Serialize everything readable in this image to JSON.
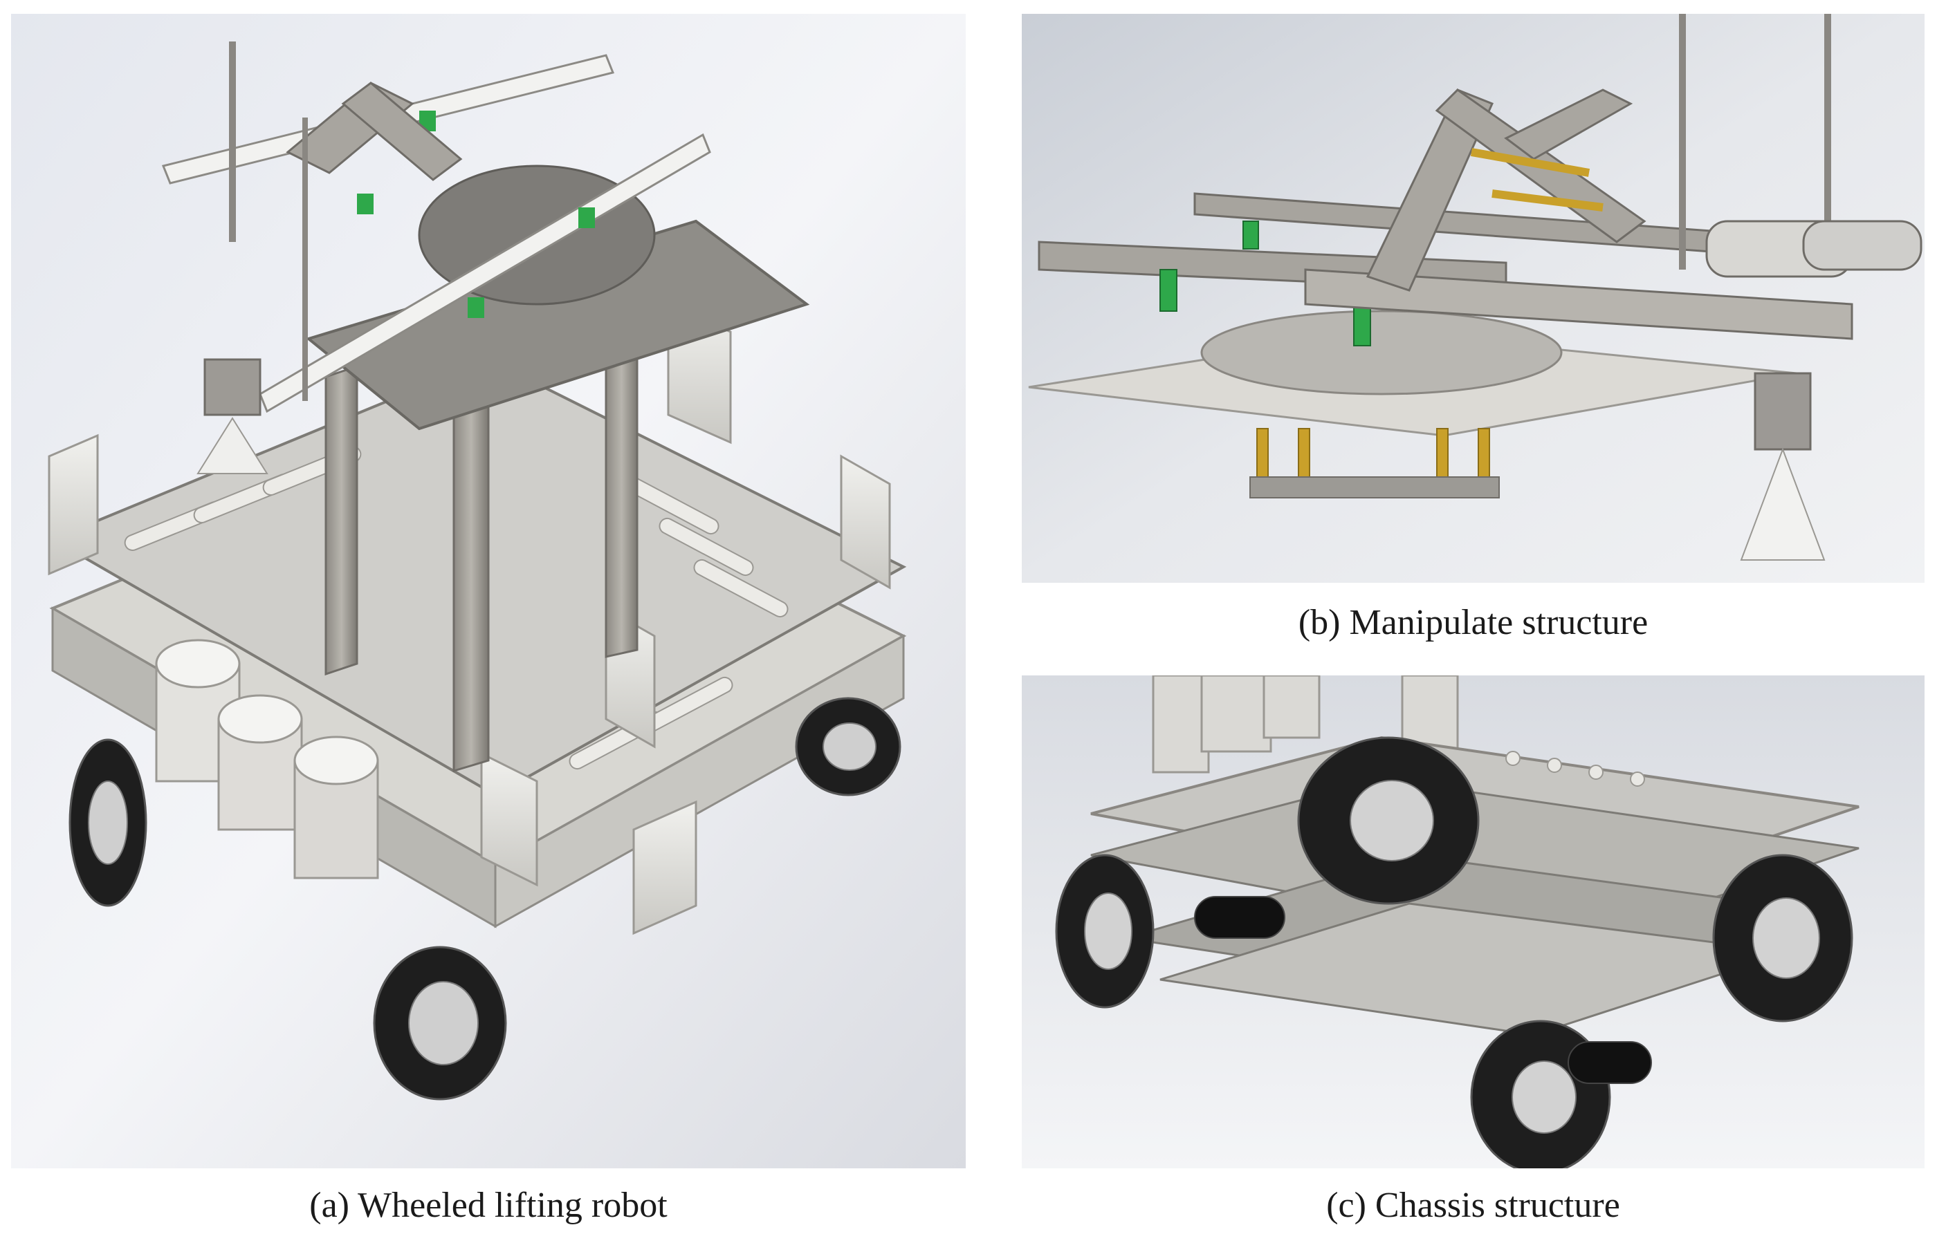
{
  "figure": {
    "panels": [
      {
        "id": "a",
        "caption": "(a) Wheeled lifting robot"
      },
      {
        "id": "b",
        "caption": "(b) Manipulate structure"
      },
      {
        "id": "c",
        "caption": "(c) Chassis structure"
      }
    ]
  }
}
